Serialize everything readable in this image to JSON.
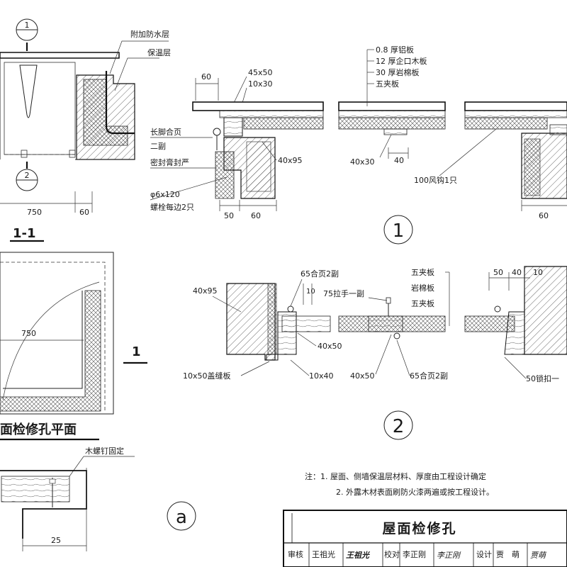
{
  "labels": {
    "l_fjfsc": "附加防水层",
    "l_bwc": "保温层",
    "l_08lb": "0.8 厚铝板",
    "l_12qk": "12 厚企口木板",
    "l_30ym": "30 厚岩棉板",
    "l_wjb_top": "五夹板",
    "l_cjhy": "长脚合页",
    "l_erfu": "二副",
    "l_mfg": "密封膏封严",
    "l_phi": "φ6x120",
    "l_lsmb": "螺栓每边2只",
    "l_100fg": "100风钩1只",
    "l_65hy2": "65合页2副",
    "l_75ls": "75拉手一副",
    "l_wjb1": "五夹板",
    "l_ymb": "岩棉板",
    "l_wjb2": "五夹板",
    "l_10x50": "10x50盖缝板",
    "l_65hy2b": "65合页2副",
    "l_50sk": "50锁扣一",
    "l_mlsd": "木螺钉固定",
    "l_plan": "面检修孔平面"
  },
  "dims": {
    "d_750a": "750",
    "d_60a": "60",
    "d_60b": "60",
    "d_45x50": "45x50",
    "d_10x30": "10x30",
    "d_40x95a": "40x95",
    "d_40x30": "40x30",
    "d_40": "40",
    "d_50": "50",
    "d_60c": "60",
    "d_60d": "60",
    "d_750b": "750",
    "d_40x95b": "40x95",
    "d_10a": "10",
    "d_40x50a": "40x50",
    "d_10x40": "10x40",
    "d_40x50b": "40x50",
    "d_50b": "50",
    "d_40b": "40",
    "d_10b": "10",
    "d_25": "25"
  },
  "markers": {
    "m1": "1",
    "m2": "2",
    "sec11": "1-1",
    "det1": "1",
    "det2": "2",
    "deta": "a",
    "cut1": "1"
  },
  "notes": {
    "n1": "注：1. 屋面、侧墙保温层材料、厚度由工程设计确定",
    "n2": "2. 外露木材表面刷防火漆两遍或按工程设计。"
  },
  "titleblock": {
    "title": "屋面检修孔",
    "shenhe": "审核",
    "shenhe_name": "王祖光",
    "shenhe_sig": "王祖光",
    "jiaodui": "校对",
    "jiaodui_name": "李正刚",
    "jiaodui_sig": "李正刚",
    "sheji": "设计",
    "sheji_name": "贾　萌",
    "sheji_sig": "贾萌"
  }
}
